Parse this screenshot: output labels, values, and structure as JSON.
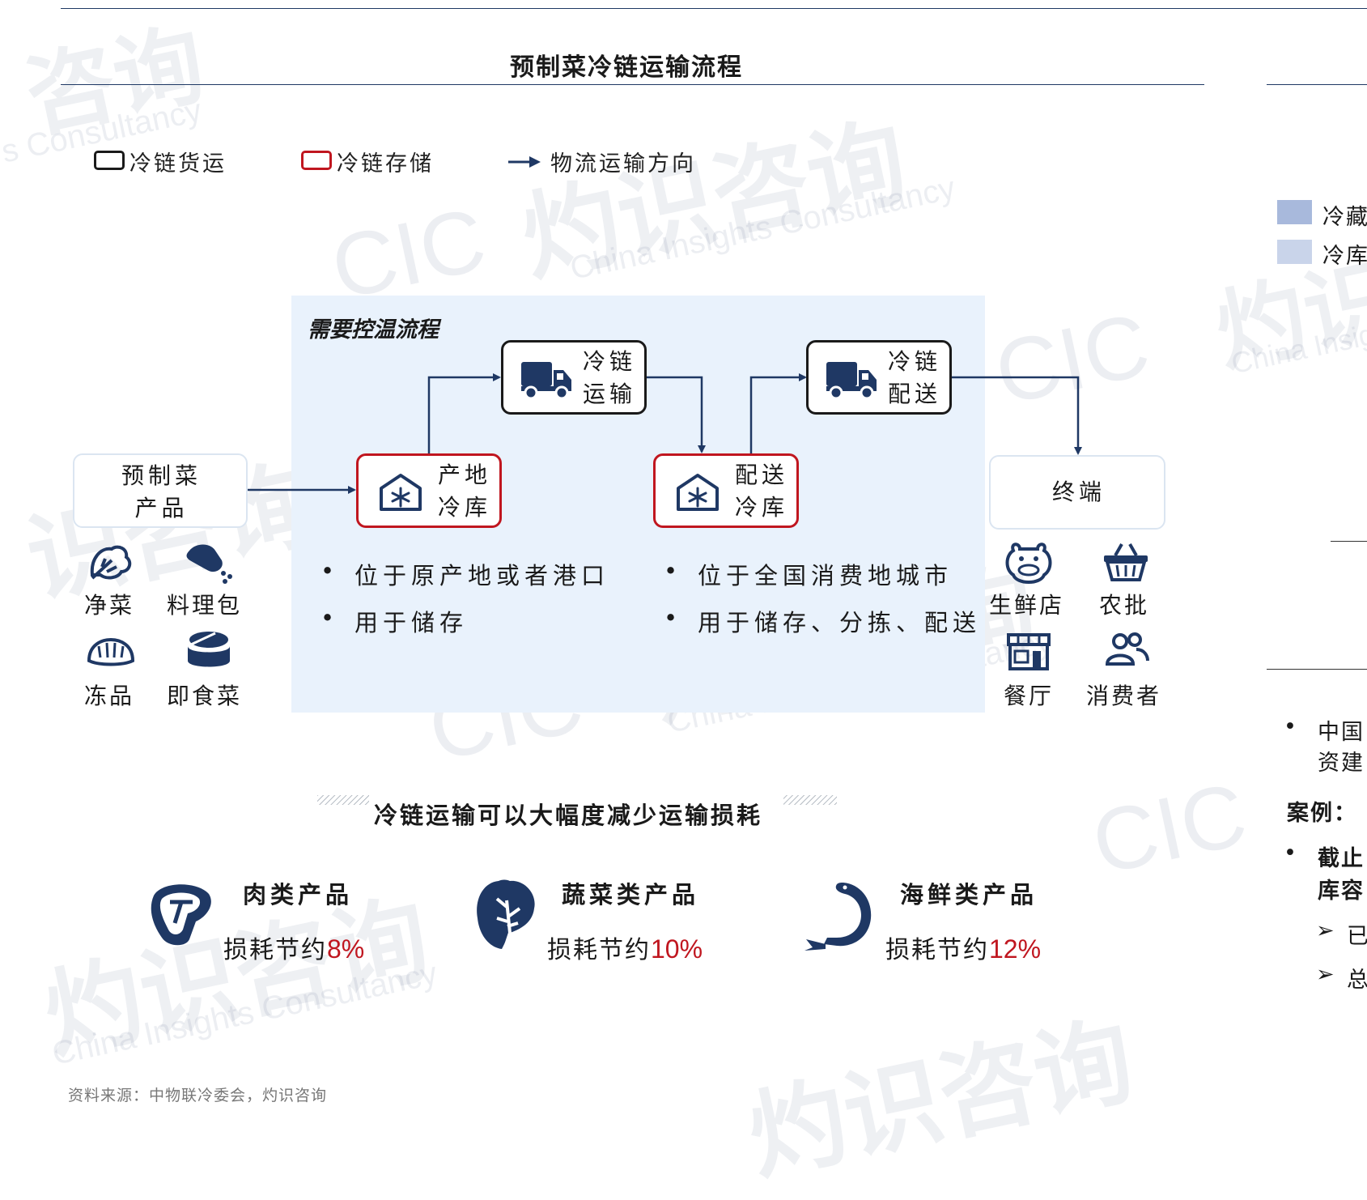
{
  "title": "预制菜冷链运输流程",
  "legend": {
    "freight": "冷链货运",
    "storage": "冷链存储",
    "direction": "物流运输方向"
  },
  "zone_label": "需要控温流程",
  "nodes": {
    "product": "预制菜\n产品",
    "origin_storage": "产地\n冷库",
    "transport": "冷链\n运输",
    "dist_storage": "配送\n冷库",
    "delivery": "冷链\n配送",
    "terminal": "终端"
  },
  "product_types": [
    "净菜",
    "料理包",
    "冻品",
    "即食菜"
  ],
  "terminal_types": [
    "生鲜店",
    "农批",
    "餐厅",
    "消费者"
  ],
  "origin_bullets": [
    "位于原产地或者港口",
    "用于储存"
  ],
  "dist_bullets": [
    "位于全国消费地城市",
    "用于储存、分拣、配送"
  ],
  "loss_section": {
    "title": "冷链运输可以大幅度减少运输损耗",
    "items": [
      {
        "name": "肉类产品",
        "label": "损耗节约",
        "value": "8%"
      },
      {
        "name": "蔬菜类产品",
        "label": "损耗节约",
        "value": "10%"
      },
      {
        "name": "海鲜类产品",
        "label": "损耗节约",
        "value": "12%"
      }
    ]
  },
  "right_panel": {
    "legend": [
      "冷藏",
      "冷库"
    ],
    "bullet1": [
      "中国",
      "资建"
    ],
    "case_label": "案例：",
    "bullet2": [
      "截止",
      "库容"
    ],
    "sub_items": [
      "已",
      "总"
    ]
  },
  "source": "资料来源：中物联冷委会，灼识咨询",
  "watermark": {
    "cn": "灼识咨询",
    "en": "China Insights Consultancy",
    "logo": "CIC"
  },
  "colors": {
    "navy": "#1f3864",
    "red": "#c0161f",
    "zone": "#e9f2fc",
    "pct": "#c0161f"
  }
}
